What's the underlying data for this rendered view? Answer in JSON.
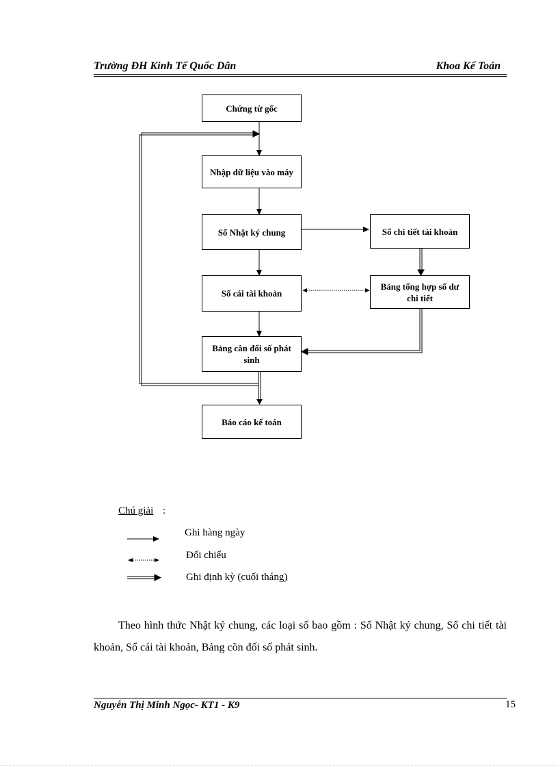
{
  "header": {
    "left": "Trường ĐH Kinh Tế Quốc Dân",
    "right": "Khoa Kế Toán"
  },
  "diagram": {
    "boxes": {
      "chung_tu_goc": "Chứng từ gốc",
      "nhap_du_lieu": "Nhập dữ liệu vào máy",
      "so_nhat_ky_chung": "Sổ Nhật ký chung",
      "so_chi_tiet": "Sổ chi tiết tài khoản",
      "so_cai": "Sổ cái tài khoản",
      "bang_tong_hop": "Bảng tổng hợp số dư chi tiết",
      "bang_can_doi": "Bảng cân đối số phát sinh",
      "bao_cao": "Báo cáo kế toán"
    }
  },
  "legend": {
    "title": "Chú giải",
    "colon": ":",
    "items": [
      {
        "label": "Ghi hàng ngày"
      },
      {
        "label": "Đối chiếu"
      },
      {
        "label": "Ghi định kỳ (cuối tháng)"
      }
    ]
  },
  "paragraph": "Theo hình thức Nhật ký chung, các loại  sổ bao gồm : Sổ Nhật ký chung, Sổ chi tiết tài khoản, Sổ cái tài khoản, Bảng cõn đối số phát sinh.",
  "footer": {
    "author": "Nguyễn  Thị  Minh  Ngọc- KT1 - K9",
    "page": "15"
  }
}
